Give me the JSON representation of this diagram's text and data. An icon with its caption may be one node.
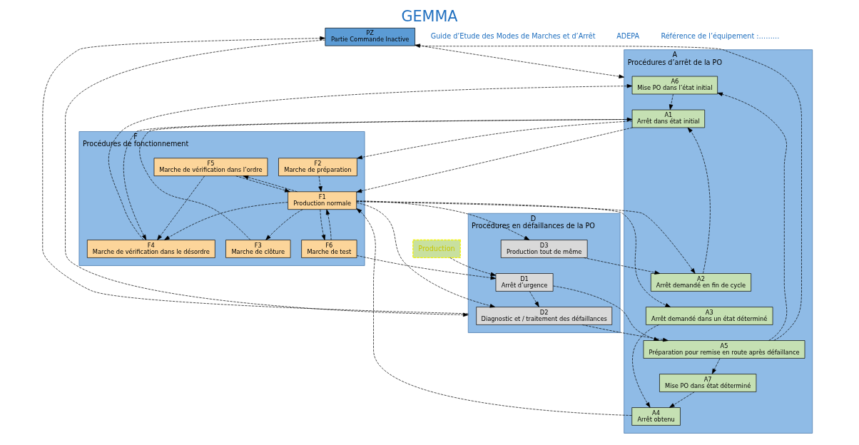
{
  "diagram": {
    "title": "GEMMA",
    "nodes": [
      {
        "text": [
          "PZ",
          "Partie Commande Inactive"
        ]
      },
      {
        "text": [
          "A",
          "Procédures d’arrêt de la PO"
        ]
      },
      {
        "text": [
          "A6",
          "Mise PO dans l’état initial"
        ],
        "in": 1
      },
      {
        "text": [
          "A1",
          "Arrêt dans état initial"
        ],
        "in": 1
      },
      {
        "text": [
          "A4",
          "Arrêt obtenu"
        ],
        "in": 1
      },
      {
        "text": [
          "A7",
          "Mise PO dans état déterminé"
        ],
        "in": 1
      },
      {
        "text": [
          "A5",
          "Préparation pour remise en route après défaillance"
        ],
        "in": 1
      },
      {
        "text": [
          "A2",
          "Arrêt demandé en fin de cycle"
        ],
        "in": 1
      },
      {
        "text": [
          "A3",
          "Arrêt demandé dans un état déterminé"
        ],
        "in": 1
      },
      {
        "text": [
          "F",
          "Procédures de fonctionnement"
        ]
      },
      {
        "text": [
          "F4",
          "Marche de vérification dans le désordre"
        ],
        "in": 9
      },
      {
        "text": [
          "F2",
          "Marche de préparation"
        ],
        "in": 9
      },
      {
        "text": [
          "F3",
          "Marche de clôture"
        ],
        "in": 9
      },
      {
        "text": [
          "F5",
          "Marche de vérification dans l’ordre"
        ],
        "in": 9
      },
      {
        "text": [
          "F1",
          "Production normale"
        ],
        "in": 9
      },
      {
        "text": [
          "F6",
          "Marche de test"
        ],
        "in": 9
      },
      {
        "text": [
          "D",
          "Procédures en défaillances de la PO"
        ]
      },
      {
        "text": [
          "D2",
          "Diagnostic et / traitement des défaillances"
        ],
        "in": 16
      },
      {
        "text": [
          "D3",
          "Production tout de même"
        ],
        "in": 16
      },
      {
        "text": [
          "D1",
          "Arrêt d’urgence"
        ],
        "in": 16
      },
      {
        "text": [
          "Production"
        ]
      }
    ],
    "edges": [
      {
        "from": 2,
        "to": 3,
        "arrow": "to",
        "style": "dashed"
      },
      {
        "from": 10,
        "to": 2,
        "arrow": "to",
        "style": "dashed"
      },
      {
        "from": 3,
        "to": 10,
        "arrow": "to",
        "style": "dashed"
      },
      {
        "from": 12,
        "to": 3,
        "arrow": "to",
        "style": "dashed"
      },
      {
        "from": 3,
        "to": 11,
        "arrow": "to",
        "style": "dashed"
      },
      {
        "from": 3,
        "to": 14,
        "arrow": "to",
        "style": "dashed"
      },
      {
        "from": 4,
        "to": 14,
        "arrow": "to",
        "style": "dashed"
      },
      {
        "from": 5,
        "to": 4,
        "arrow": "to",
        "style": "dashed"
      },
      {
        "from": 7,
        "to": 3,
        "arrow": "to",
        "style": "dashed"
      },
      {
        "from": 8,
        "to": 4,
        "arrow": "to",
        "style": "dashed"
      },
      {
        "from": 6,
        "to": 2,
        "arrow": "to",
        "style": "dashed"
      },
      {
        "from": 6,
        "to": 5,
        "arrow": "to",
        "style": "dashed"
      },
      {
        "from": 17,
        "to": 6,
        "arrow": "to",
        "style": "dashed"
      },
      {
        "from": 19,
        "to": 6,
        "arrow": "to",
        "style": "dashed"
      },
      {
        "from": 19,
        "to": 17,
        "arrow": "to",
        "style": "dashed"
      },
      {
        "from": 14,
        "to": 17,
        "arrow": "to",
        "style": "dashed"
      },
      {
        "from": 18,
        "to": 7,
        "arrow": "to",
        "style": "dashed"
      },
      {
        "from": 14,
        "to": 18,
        "arrow": "to",
        "style": "dashed"
      },
      {
        "from": 14,
        "to": 7,
        "arrow": "to",
        "style": "dashed"
      },
      {
        "from": 14,
        "to": 8,
        "arrow": "to",
        "style": "dashed"
      },
      {
        "from": 11,
        "to": 14,
        "arrow": "to",
        "style": "dashed"
      },
      {
        "from": 14,
        "to": 12,
        "arrow": "to",
        "style": "dashed"
      },
      {
        "from": 14,
        "to": 10,
        "arrow": "to",
        "style": "dashed"
      },
      {
        "from": 13,
        "to": 10,
        "arrow": "to",
        "style": "dashed"
      },
      {
        "from": 14,
        "to": 13,
        "arrow": "to",
        "style": "dashed"
      },
      {
        "from": 13,
        "to": 14,
        "arrow": "to",
        "style": "dashed"
      },
      {
        "from": 14,
        "to": 15,
        "arrow": "to",
        "style": "dashed"
      },
      {
        "from": 15,
        "to": 14,
        "arrow": "to",
        "style": "dashed"
      },
      {
        "from": 15,
        "to": 19,
        "arrow": "to",
        "style": "dashed"
      },
      {
        "from": 20,
        "to": 19,
        "arrow": "to",
        "style": "dashed"
      },
      {
        "from": 0,
        "to": 1,
        "arrow": "to",
        "style": "dashed"
      },
      {
        "from": 6,
        "to": 0,
        "arrow": "to",
        "style": "dashed"
      },
      {
        "from": 0,
        "to": 16,
        "arrow": "to",
        "style": "dashed"
      },
      {
        "from": 16,
        "to": 0,
        "arrow": "to",
        "style": "dashed"
      }
    ],
    "labels": [
      "Guide d’Etude des Modes de Marches et d’Arrêt",
      "ADEPA",
      "Référence de l’équipement :………"
    ]
  }
}
